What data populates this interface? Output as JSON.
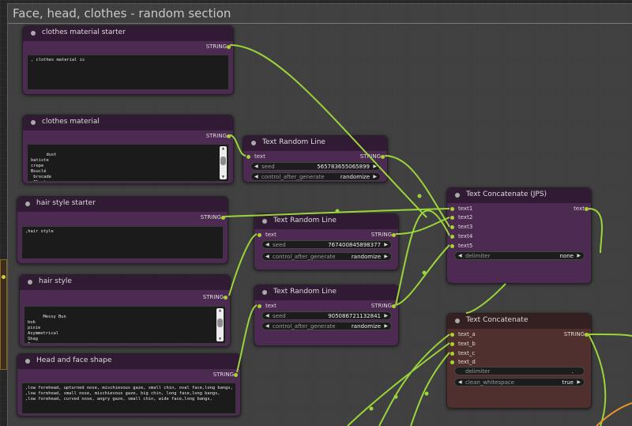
{
  "group": {
    "title": "Face, head, clothes - random section"
  },
  "nodes": {
    "clothes_material_starter": {
      "title": "clothes material starter",
      "output": "STRING",
      "text": ", clothes material is"
    },
    "clothes_material": {
      "title": "clothes material",
      "output": "STRING",
      "text": "dust\nbatiste\ncrepe\nBouclé\n brocade\n Flock\nterry"
    },
    "hair_style_starter": {
      "title": "hair style starter",
      "output": "STRING",
      "text": ",hair style"
    },
    "hair_style": {
      "title": "hair style",
      "output": "STRING",
      "text": "Messy Bun\nbob\npixie\nAsymmetrical\nShag\nEmo\nbraided"
    },
    "head_face_shape": {
      "title": "Head and face shape",
      "output": "STRING",
      "text": ",low forehead, upturned nose, mischievous gaze, small chin, oval face,long bangs,\n,low forehead, small nose, mischievous gaze, big chin, long face,long bangs,\n,low forehead, curved nose, angry gaze, small chin, wide face,long bangs,"
    },
    "random_line_1": {
      "title": "Text Random Line",
      "input": "text",
      "output": "STRING",
      "seed_label": "seed",
      "seed_value": "565783655065899",
      "control_label": "control_after_generate",
      "control_value": "randomize"
    },
    "random_line_2": {
      "title": "Text Random Line",
      "input": "text",
      "output": "STRING",
      "seed_label": "seed",
      "seed_value": "767400845898377",
      "control_label": "control_after_generate",
      "control_value": "randomize"
    },
    "random_line_3": {
      "title": "Text Random Line",
      "input": "text",
      "output": "STRING",
      "seed_label": "seed",
      "seed_value": "905086721132841",
      "control_label": "control_after_generate",
      "control_value": "randomize"
    },
    "concat_jps": {
      "title": "Text Concatenate (JPS)",
      "inputs": [
        "text1",
        "text2",
        "text3",
        "text4",
        "text5"
      ],
      "output": "text",
      "delimiter_label": "delimiter",
      "delimiter_value": "none"
    },
    "concat": {
      "title": "Text Concatenate",
      "inputs": [
        "text_a",
        "text_b",
        "text_c",
        "text_d"
      ],
      "output": "STRING",
      "delimiter_label": "delimiter",
      "delimiter_value": ".",
      "clean_label": "clean_whitespace",
      "clean_value": "true"
    }
  },
  "colors": {
    "link": "#9ad53a",
    "node": "#4d2a51",
    "node_dark": "#50302f",
    "orange_link": "#e8962a"
  }
}
